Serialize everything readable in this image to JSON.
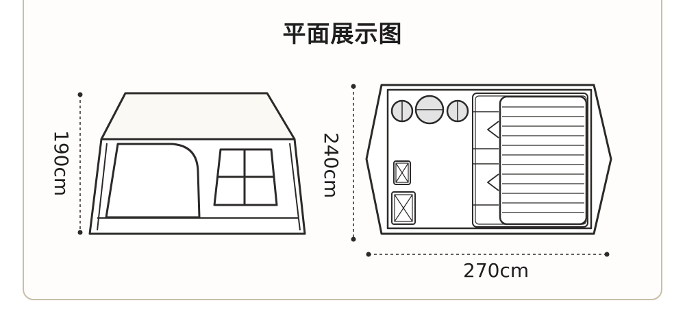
{
  "title": "平面展示图",
  "dimensions": {
    "height_front": "190cm",
    "depth_top": "240cm",
    "width_top": "270cm"
  },
  "colors": {
    "line": "#2b2a28",
    "frame_border": "#c9bfa7",
    "roof_fill": "#fbf9f4",
    "disc_fill": "#e3e3e3"
  }
}
